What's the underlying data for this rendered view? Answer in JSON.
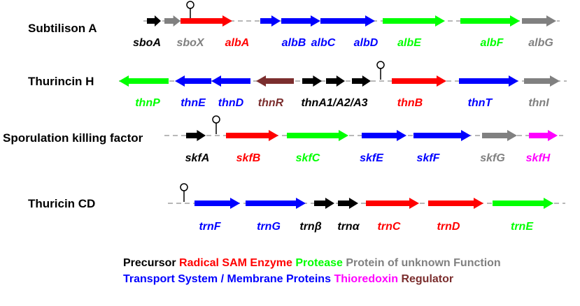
{
  "colors": {
    "precursor": "#000000",
    "radical_sam": "#ff0000",
    "protease": "#00ff00",
    "unknown": "#808080",
    "transport": "#0000ff",
    "thioredoxin": "#ff00ff",
    "regulator": "#7b2e2e"
  },
  "rows": [
    {
      "id": "subtilosin",
      "label": "Subtilison A",
      "genes": [
        {
          "name": "sboA",
          "cat": "precursor",
          "dir": "R"
        },
        {
          "name": "sboX",
          "cat": "unknown",
          "dir": "R"
        },
        {
          "name": "albA",
          "cat": "radical_sam",
          "dir": "R"
        },
        {
          "name": "albB",
          "cat": "transport",
          "dir": "R"
        },
        {
          "name": "albC",
          "cat": "transport",
          "dir": "R"
        },
        {
          "name": "albD",
          "cat": "transport",
          "dir": "R"
        },
        {
          "name": "albE",
          "cat": "protease",
          "dir": "R"
        },
        {
          "name": "albF",
          "cat": "protease",
          "dir": "R"
        },
        {
          "name": "albG",
          "cat": "unknown",
          "dir": "R"
        }
      ]
    },
    {
      "id": "thurincin-h",
      "label": "Thurincin H",
      "genes": [
        {
          "name": "thnP",
          "cat": "protease",
          "dir": "L"
        },
        {
          "name": "thnE",
          "cat": "transport",
          "dir": "L"
        },
        {
          "name": "thnD",
          "cat": "transport",
          "dir": "L"
        },
        {
          "name": "thnR",
          "cat": "regulator",
          "dir": "L"
        },
        {
          "name": "thnA1/A2/A3",
          "cat": "precursor",
          "dir": "R"
        },
        {
          "name": "thnB",
          "cat": "radical_sam",
          "dir": "R"
        },
        {
          "name": "thnT",
          "cat": "transport",
          "dir": "R"
        },
        {
          "name": "thnI",
          "cat": "unknown",
          "dir": "R"
        }
      ]
    },
    {
      "id": "skf",
      "label": "Sporulation killing factor",
      "genes": [
        {
          "name": "skfA",
          "cat": "precursor",
          "dir": "R"
        },
        {
          "name": "skfB",
          "cat": "radical_sam",
          "dir": "R"
        },
        {
          "name": "skfC",
          "cat": "protease",
          "dir": "R"
        },
        {
          "name": "skfE",
          "cat": "transport",
          "dir": "R"
        },
        {
          "name": "skfF",
          "cat": "transport",
          "dir": "R"
        },
        {
          "name": "skfG",
          "cat": "unknown",
          "dir": "R"
        },
        {
          "name": "skfH",
          "cat": "thioredoxin",
          "dir": "R"
        }
      ]
    },
    {
      "id": "thuricin-cd",
      "label": "Thuricin CD",
      "genes": [
        {
          "name": "trnF",
          "cat": "transport",
          "dir": "R"
        },
        {
          "name": "trnG",
          "cat": "transport",
          "dir": "R"
        },
        {
          "name": "trnβ",
          "cat": "precursor",
          "dir": "R"
        },
        {
          "name": "trnα",
          "cat": "precursor",
          "dir": "R"
        },
        {
          "name": "trnC",
          "cat": "radical_sam",
          "dir": "R"
        },
        {
          "name": "trnD",
          "cat": "radical_sam",
          "dir": "R"
        },
        {
          "name": "trnE",
          "cat": "protease",
          "dir": "R"
        }
      ]
    }
  ],
  "legend": {
    "line1": [
      {
        "text": "Precursor",
        "cat": "precursor"
      },
      {
        "text": "Radical SAM Enzyme",
        "cat": "radical_sam"
      },
      {
        "text": "Protease",
        "cat": "protease"
      },
      {
        "text": "Protein of unknown Function",
        "cat": "unknown"
      }
    ],
    "line2": [
      {
        "text": "Transport System / Membrane Proteins",
        "cat": "transport"
      },
      {
        "text": "Thioredoxin",
        "cat": "thioredoxin"
      },
      {
        "text": "Regulator",
        "cat": "regulator"
      }
    ]
  }
}
